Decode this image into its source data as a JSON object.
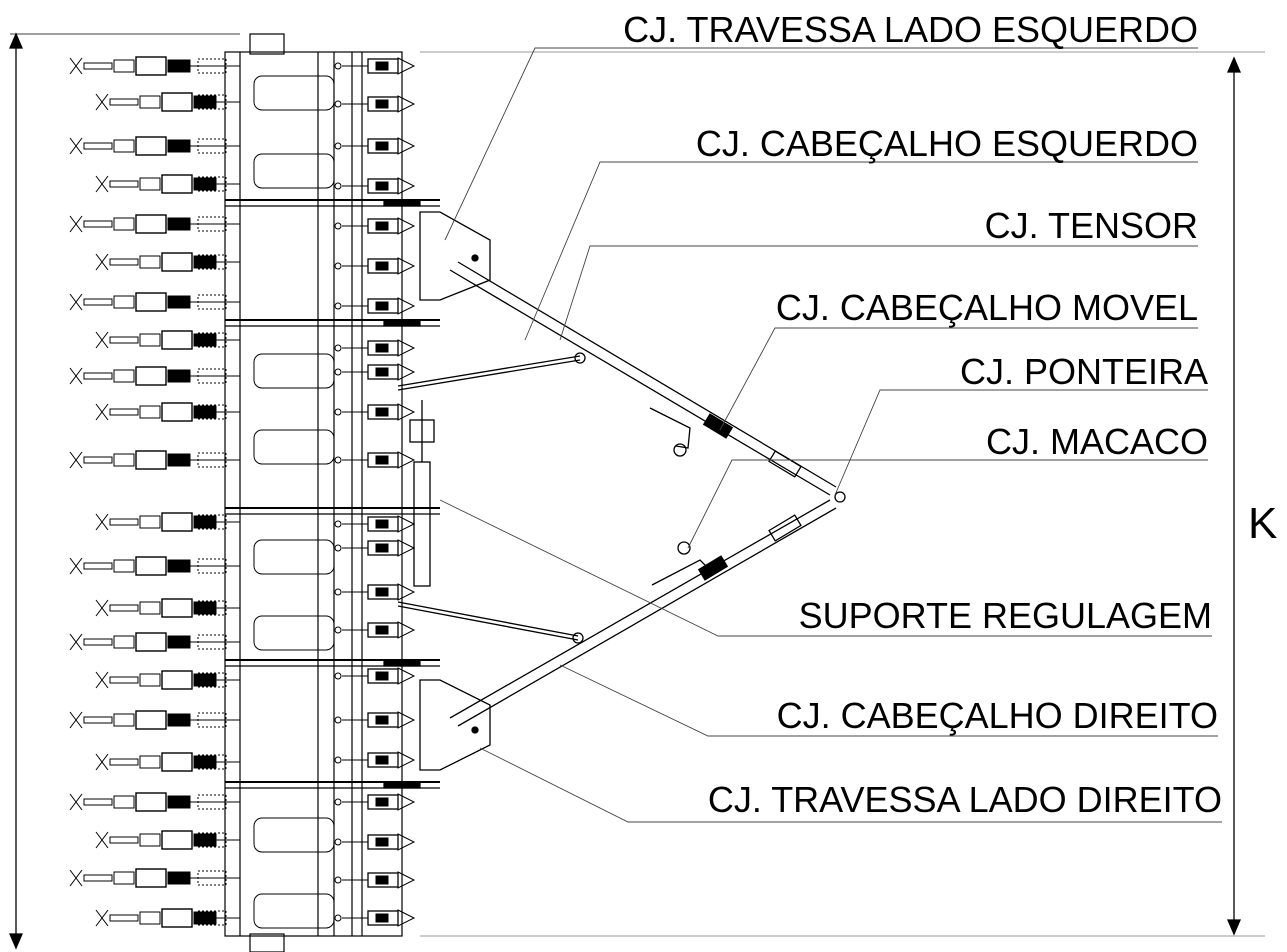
{
  "callouts": [
    {
      "id": "travessa-esquerdo",
      "label": "CJ. TRAVESSA LADO ESQUERDO"
    },
    {
      "id": "cabecalho-esquerdo",
      "label": "CJ. CABEÇALHO ESQUERDO"
    },
    {
      "id": "tensor",
      "label": "CJ. TENSOR"
    },
    {
      "id": "cabecalho-movel",
      "label": "CJ. CABEÇALHO MOVEL"
    },
    {
      "id": "ponteira",
      "label": "CJ. PONTEIRA"
    },
    {
      "id": "macaco",
      "label": "CJ. MACACO"
    },
    {
      "id": "suporte-regulagem",
      "label": "SUPORTE REGULAGEM"
    },
    {
      "id": "cabecalho-direito",
      "label": "CJ. CABEÇALHO DIREITO"
    },
    {
      "id": "travessa-direito",
      "label": "CJ. TRAVESSA LADO DIREITO"
    }
  ],
  "dimension": {
    "label": "K"
  },
  "colors": {
    "line": "#000000",
    "leader": "#444444",
    "background": "#ffffff"
  }
}
